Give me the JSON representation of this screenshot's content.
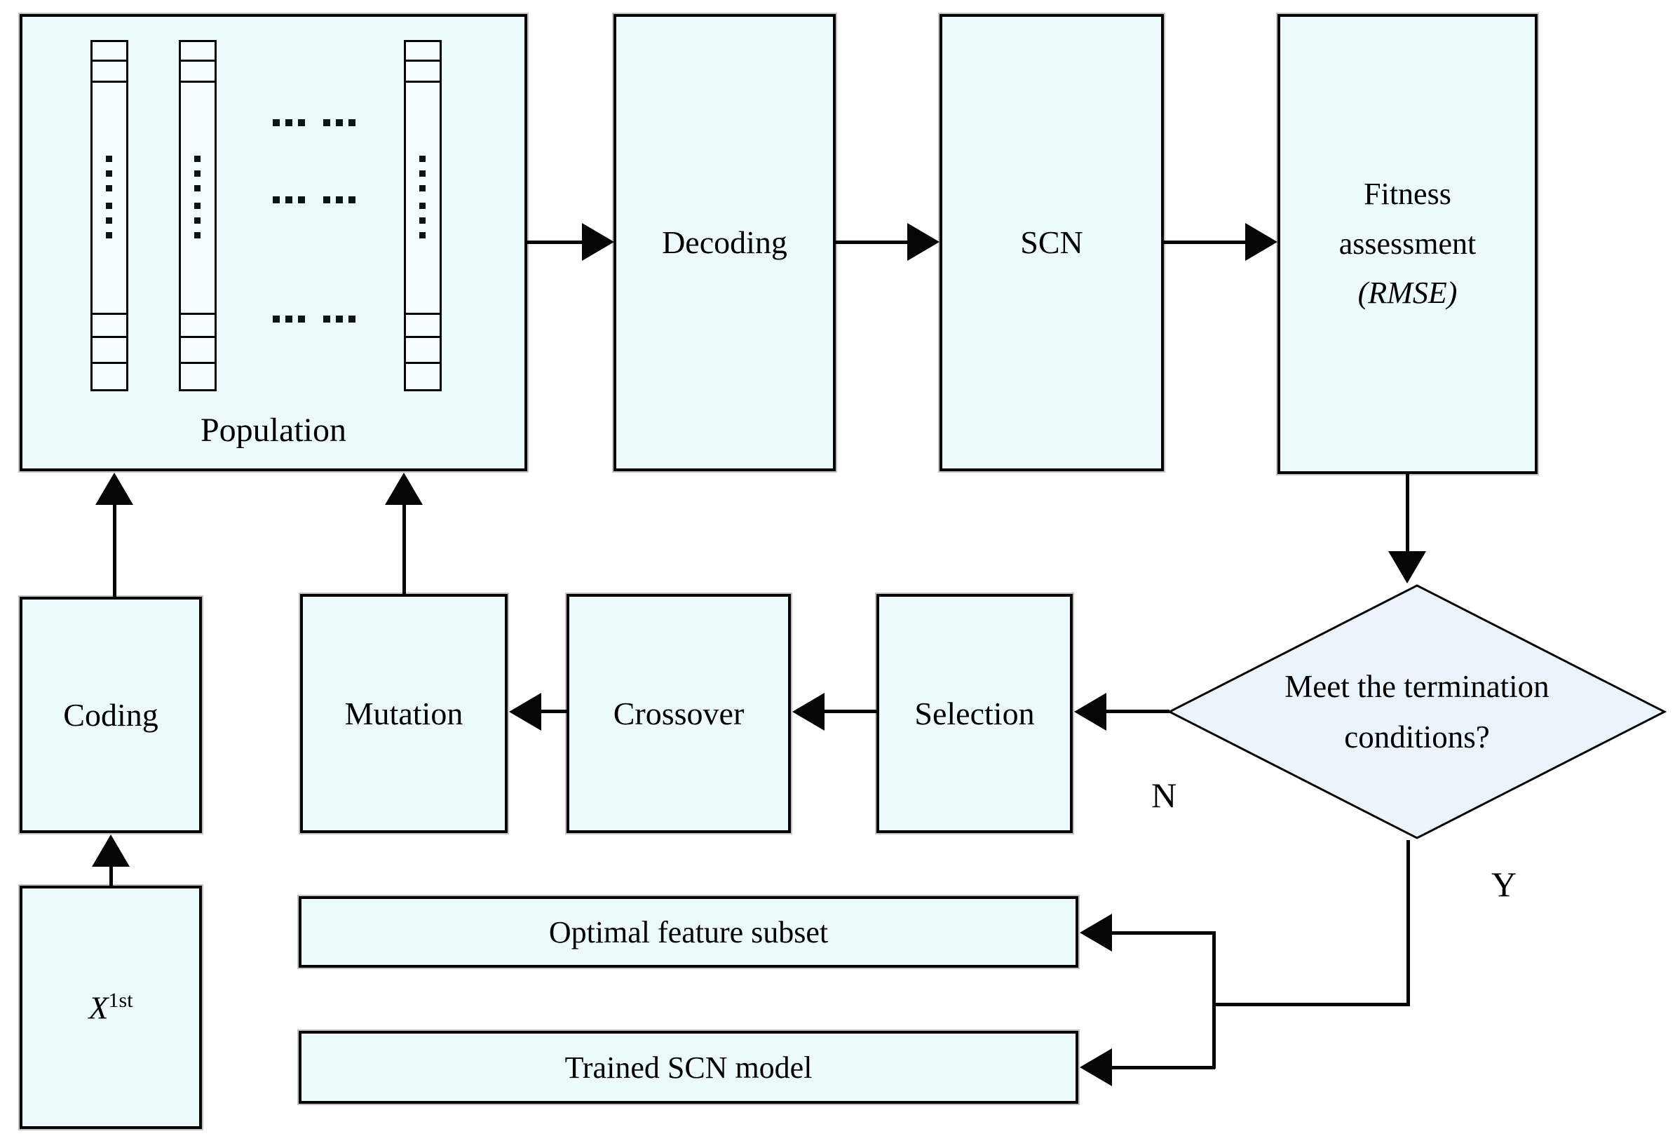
{
  "nodes": {
    "population": {
      "label": "Population"
    },
    "decoding": {
      "label": "Decoding"
    },
    "scn": {
      "label": "SCN"
    },
    "fitness": {
      "line1": "Fitness",
      "line2": "assessment",
      "line3": "(RMSE)"
    },
    "decision": {
      "line1": "Meet the termination",
      "line2": "conditions?"
    },
    "selection": {
      "label": "Selection"
    },
    "crossover": {
      "label": "Crossover"
    },
    "mutation": {
      "label": "Mutation"
    },
    "coding": {
      "label": "Coding"
    },
    "input": {
      "base": "X",
      "superscript": "1st"
    },
    "optimal": {
      "label": "Optimal feature subset"
    },
    "trained": {
      "label": "Trained SCN model"
    }
  },
  "edge_labels": {
    "no": "N",
    "yes": "Y"
  },
  "colors": {
    "box_fill": "#ecfafc",
    "chromosome_fill": "#f7feff",
    "diamond_fill": "#eaf4fa",
    "line": "#050505",
    "background": "#ffffff"
  }
}
